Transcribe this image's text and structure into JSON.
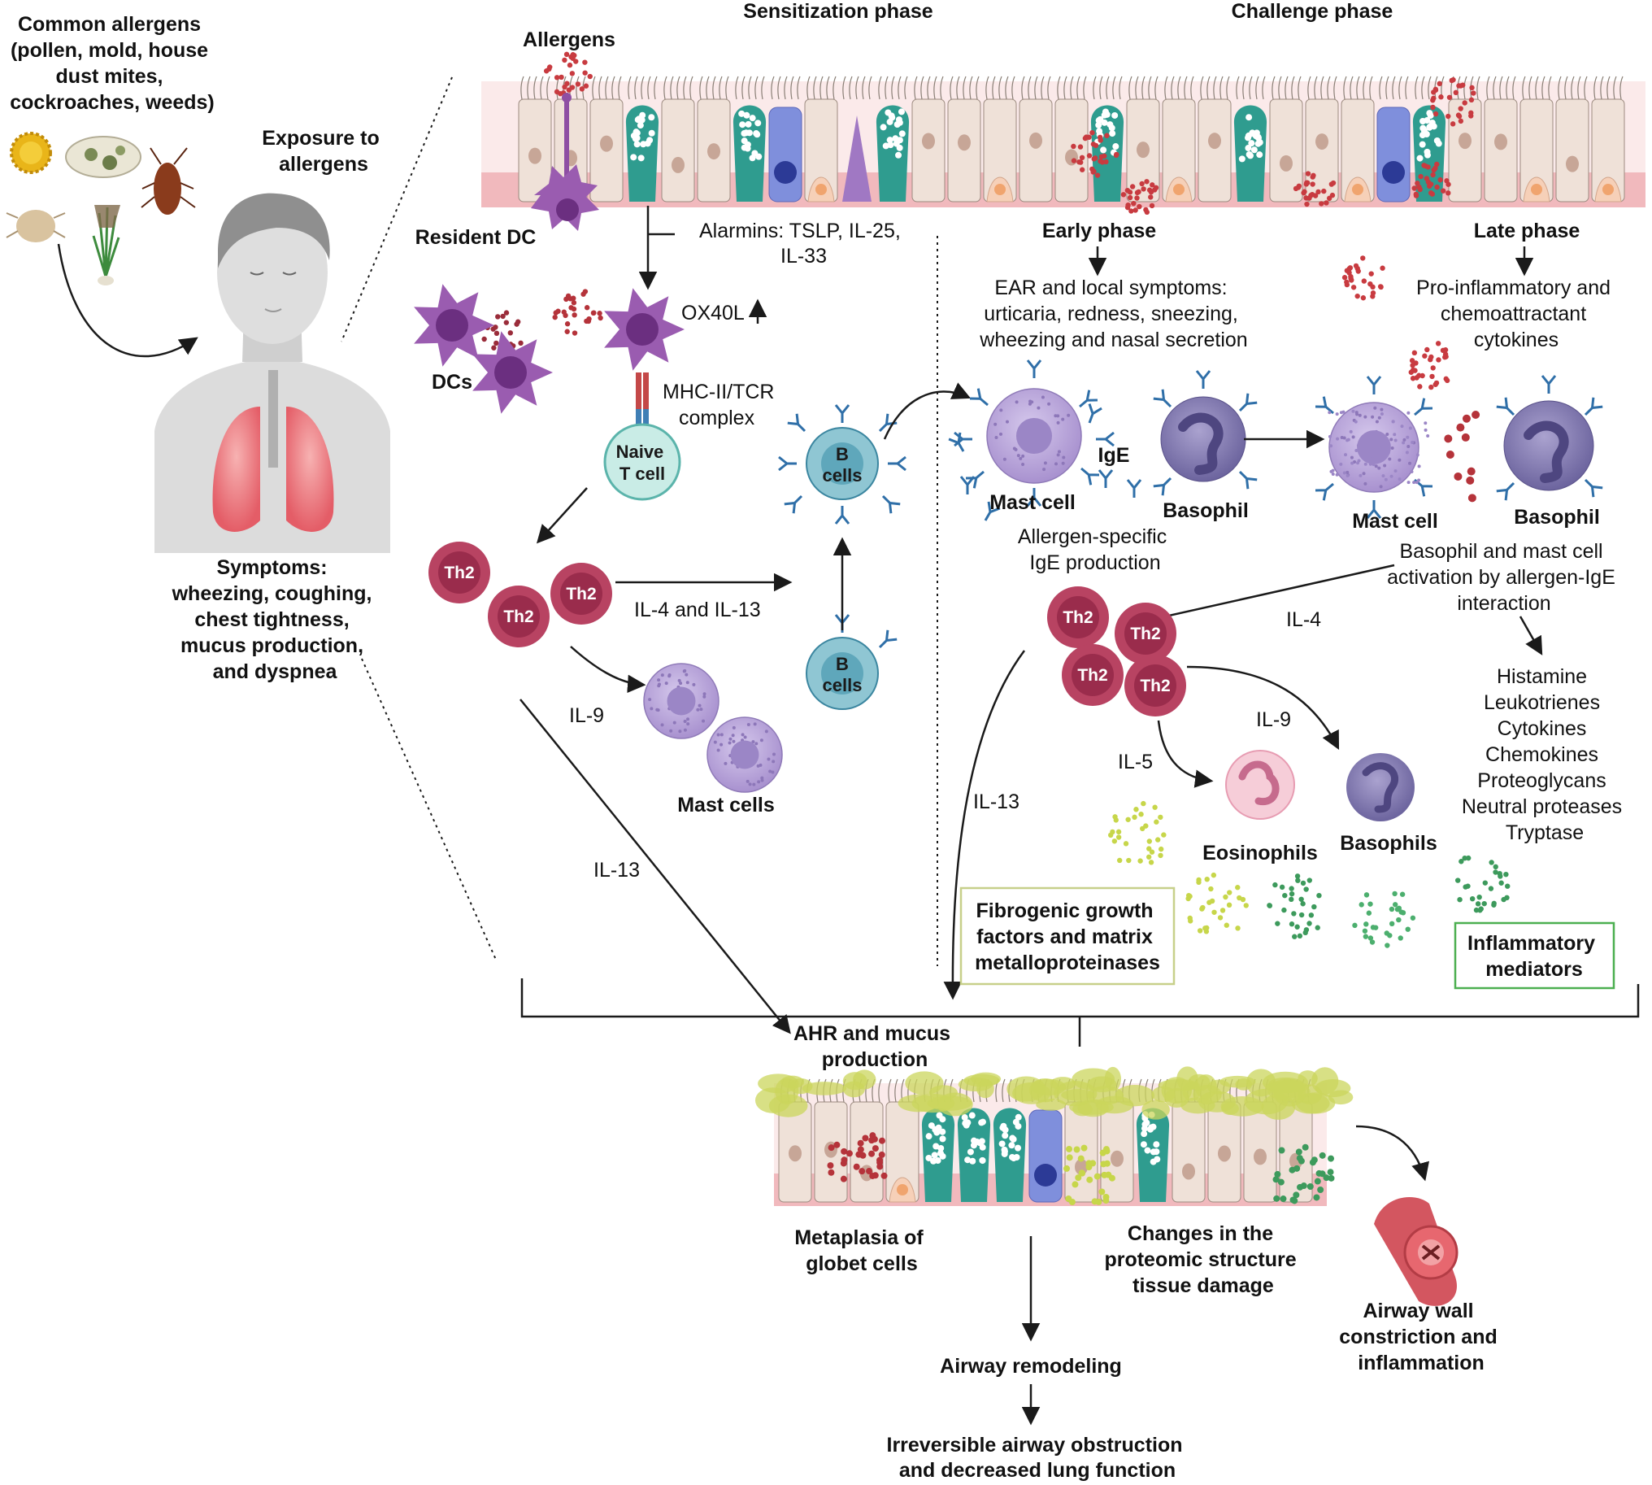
{
  "left": {
    "allergens_title": [
      "Common allergens",
      "(pollen, mold, house",
      "dust mites,",
      "cockroaches, weeds)"
    ],
    "exposure": [
      "Exposure to",
      "allergens"
    ],
    "symptoms": [
      "Symptoms:",
      "wheezing, coughing,",
      "chest tightness,",
      "mucus production,",
      "and dyspnea"
    ]
  },
  "headers": {
    "sensitization": "Sensitization phase",
    "challenge": "Challenge phase"
  },
  "sensitization": {
    "allergens": "Allergens",
    "resident_dc": "Resident DC",
    "alarmins": [
      "Alarmins: TSLP, IL-25,",
      "IL-33"
    ],
    "ox40l": "OX40L",
    "dcs": "DCs",
    "mhc": [
      "MHC-II/TCR",
      "complex"
    ],
    "naive_t": [
      "Naive",
      "T cell"
    ],
    "th2": "Th2",
    "il4_il13": "IL-4 and IL-13",
    "b_cells": [
      "B",
      "cells"
    ],
    "il9": "IL-9",
    "mast_cells": "Mast cells",
    "il13": "IL-13"
  },
  "challenge": {
    "early_phase": "Early  phase",
    "late_phase": "Late phase",
    "ear": [
      "EAR and local symptoms:",
      "urticaria, redness, sneezing,",
      "wheezing and nasal secretion"
    ],
    "pro_inflam": [
      "Pro-inflammatory and",
      "chemoattractant",
      "cytokines"
    ],
    "mast_cell": "Mast cell",
    "ige": "IgE",
    "basophil": "Basophil",
    "ige_production": [
      "Allergen-specific",
      "IgE production"
    ],
    "activation": [
      "Basophil and mast cell",
      "activation by allergen-IgE",
      "interaction"
    ],
    "il4": "IL-4",
    "il9": "IL-9",
    "il5": "IL-5",
    "il13": "IL-13",
    "eosinophils": "Eosinophils",
    "basophils": "Basophils",
    "mediators_list": [
      "Histamine",
      "Leukotrienes",
      "Cytokines",
      "Chemokines",
      "Proteoglycans",
      "Neutral proteases",
      "Tryptase"
    ],
    "fibrogenic": [
      "Fibrogenic growth",
      "factors and matrix",
      "metalloproteinases"
    ],
    "inflammatory": [
      "Inflammatory",
      "mediators"
    ]
  },
  "outcome": {
    "ahr": [
      "AHR and mucus",
      "production"
    ],
    "metaplasia": [
      "Metaplasia of",
      "globet cells"
    ],
    "proteomic": [
      "Changes in the",
      "proteomic structure",
      "tissue damage"
    ],
    "airway_wall": [
      "Airway wall",
      "constriction and",
      "inflammation"
    ],
    "remodeling": "Airway remodeling",
    "irreversible": [
      "Irreversible airway obstruction",
      "and decreased lung function"
    ]
  },
  "colors": {
    "epithelium_fill": "#efe1d8",
    "epithelium_stroke": "#9c8b80",
    "basement": "#f1b9bd",
    "dc_purple": "#8e4ea3",
    "th2_red": "#b84362",
    "bcell_teal": "#8fc6d3",
    "mast_lilac": "#b7a4d6",
    "goblet_teal": "#2f9c8f",
    "mucus_green": "#cbd65c",
    "red_dots": "#c83b40",
    "box_yellow_border": "#c7d08a",
    "box_green_border": "#4caf50"
  }
}
